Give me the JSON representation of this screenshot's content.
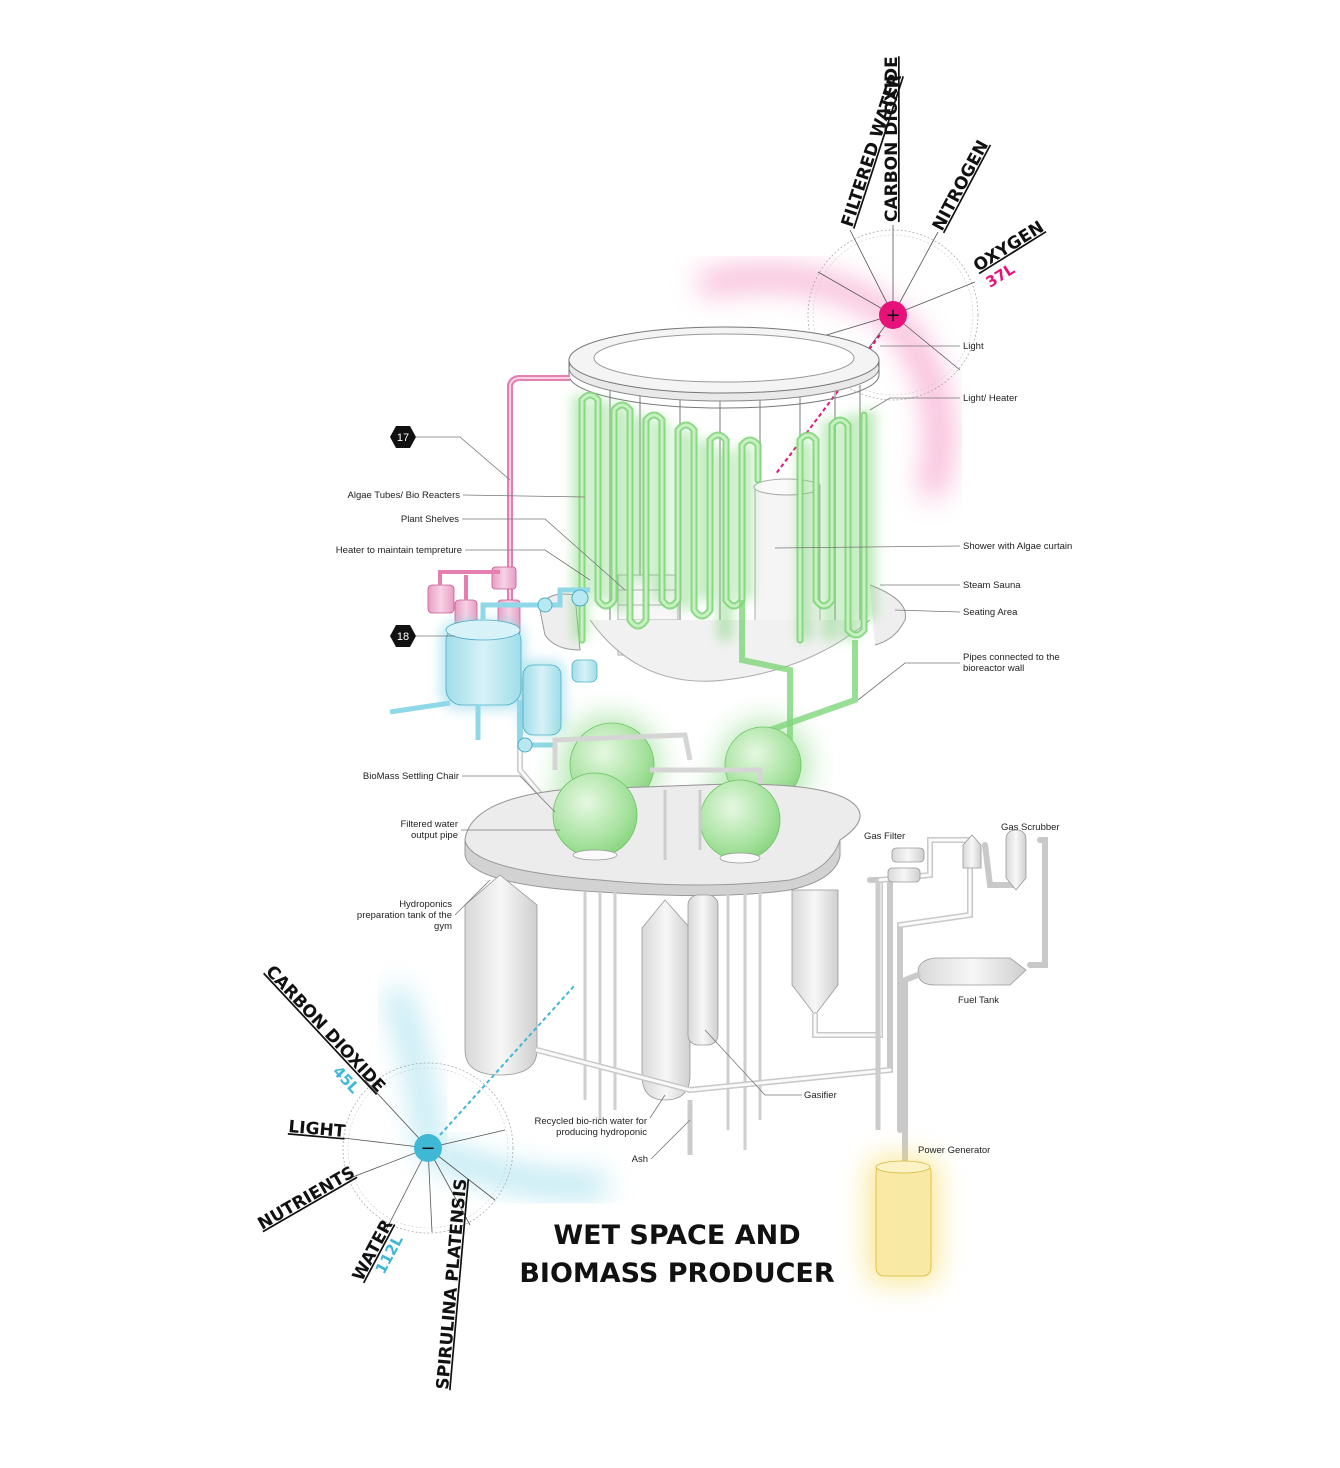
{
  "title": {
    "line1": "WET SPACE AND",
    "line2": "BIOMASS PRODUCER"
  },
  "output_wheel": {
    "sign": "+",
    "labels": [
      "FILTERED WATER",
      "CARBON DIOXIDE",
      "NITROGEN",
      "OXYGEN"
    ],
    "oxygen_volume": "37L",
    "color": "#e6127a"
  },
  "input_wheel": {
    "sign": "−",
    "labels": [
      "CARBON DIOXIDE",
      "LIGHT",
      "NUTRIENTS",
      "WATER",
      "SPIRULINA PLATENSIS"
    ],
    "co2_volume": "45L",
    "water_volume": "112L",
    "color": "#3fb8d6"
  },
  "markers": {
    "m17": "17",
    "m18": "18"
  },
  "callouts_left": {
    "algae_tubes": "Algae Tubes/ Bio Reacters",
    "plant_shelves": "Plant Shelves",
    "heater": "Heater to maintain tempreture",
    "biomass_chair": "BioMass Settling Chair",
    "filtered_water_1": "Filtered water",
    "filtered_water_2": "output pipe",
    "hydro_1": "Hydroponics",
    "hydro_2": "preparation tank of the",
    "hydro_3": "gym",
    "recycled_1": "Recycled bio-rich water for",
    "recycled_2": "producing hydroponic",
    "ash": "Ash",
    "gasifier": "Gasifier"
  },
  "callouts_right": {
    "light": "Light",
    "light_heater": "Light/ Heater",
    "shower": "Shower with Algae curtain",
    "sauna": "Steam Sauna",
    "seating": "Seating Area",
    "pipes_1": "Pipes connected to the",
    "pipes_2": "bioreactor wall",
    "gas_filter": "Gas Filter",
    "gas_scrubber": "Gas Scrubber",
    "fuel_tank": "Fuel Tank",
    "power_generator": "Power Generator"
  },
  "colors": {
    "algae_green": "#7fd67a",
    "heater_pink": "#e47fb0",
    "water_cyan": "#8fd8e8",
    "generator_yellow": "#f5e08a",
    "equipment_grey": "#e4e4e4"
  }
}
